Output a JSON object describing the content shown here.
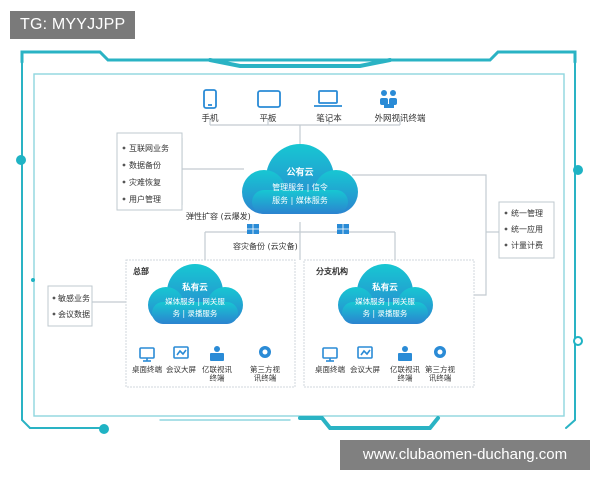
{
  "watermark_top": "TG: MYYJJPP",
  "watermark_bottom": "www.clubaomen-duchang.com",
  "devices_top": [
    {
      "label": "手机",
      "icon": "phone-icon"
    },
    {
      "label": "平板",
      "icon": "tablet-icon"
    },
    {
      "label": "笔记本",
      "icon": "laptop-icon"
    },
    {
      "label": "外网视讯终端",
      "icon": "video-terminal-group-icon"
    }
  ],
  "left_list": [
    "互联网业务",
    "数据备份",
    "灾难恢复",
    "用户管理"
  ],
  "public_cloud": {
    "title": "公有云",
    "line1": "管理服务 | 信令",
    "line2": "服务 | 媒体服务"
  },
  "right_list": [
    "统一管理",
    "统一应用",
    "计量计费"
  ],
  "elastic_label": "弹性扩容 (云爆发)",
  "backup_label": "容灾备份 (云灾备)",
  "hq": {
    "title": "总部",
    "cloud_title": "私有云",
    "cloud_line1": "媒体服务 | 网关服",
    "cloud_line2": "务 | 录播服务",
    "terminals": [
      {
        "label": "桌面终端",
        "icon": "desktop-terminal-icon"
      },
      {
        "label": "会议大屏",
        "icon": "meeting-screen-icon"
      },
      {
        "label": "亿联视讯\n终端",
        "icon": "video-terminal-icon"
      },
      {
        "label": "第三方视\n讯终端",
        "icon": "third-party-terminal-icon"
      }
    ]
  },
  "branch": {
    "title": "分支机构",
    "cloud_title": "私有云",
    "cloud_line1": "媒体服务 | 网关服",
    "cloud_line2": "务 | 录播服务",
    "terminals": [
      {
        "label": "桌面终端",
        "icon": "desktop-terminal-icon"
      },
      {
        "label": "会议大屏",
        "icon": "meeting-screen-icon"
      },
      {
        "label": "亿联视讯\n终端",
        "icon": "video-terminal-icon"
      },
      {
        "label": "第三方视\n讯终端",
        "icon": "third-party-terminal-icon"
      }
    ]
  },
  "sensitive_list": [
    "敏感业务",
    "会议数据"
  ],
  "colors": {
    "frame": "#2ab3c4",
    "frame_light": "#8fd6df",
    "cloud_top": "#16bfd0",
    "cloud_bottom": "#2e86d1",
    "icon_blue": "#2a8bd6",
    "box_border": "#bfc9cf",
    "line": "#c3cbd1",
    "text": "#333333"
  }
}
